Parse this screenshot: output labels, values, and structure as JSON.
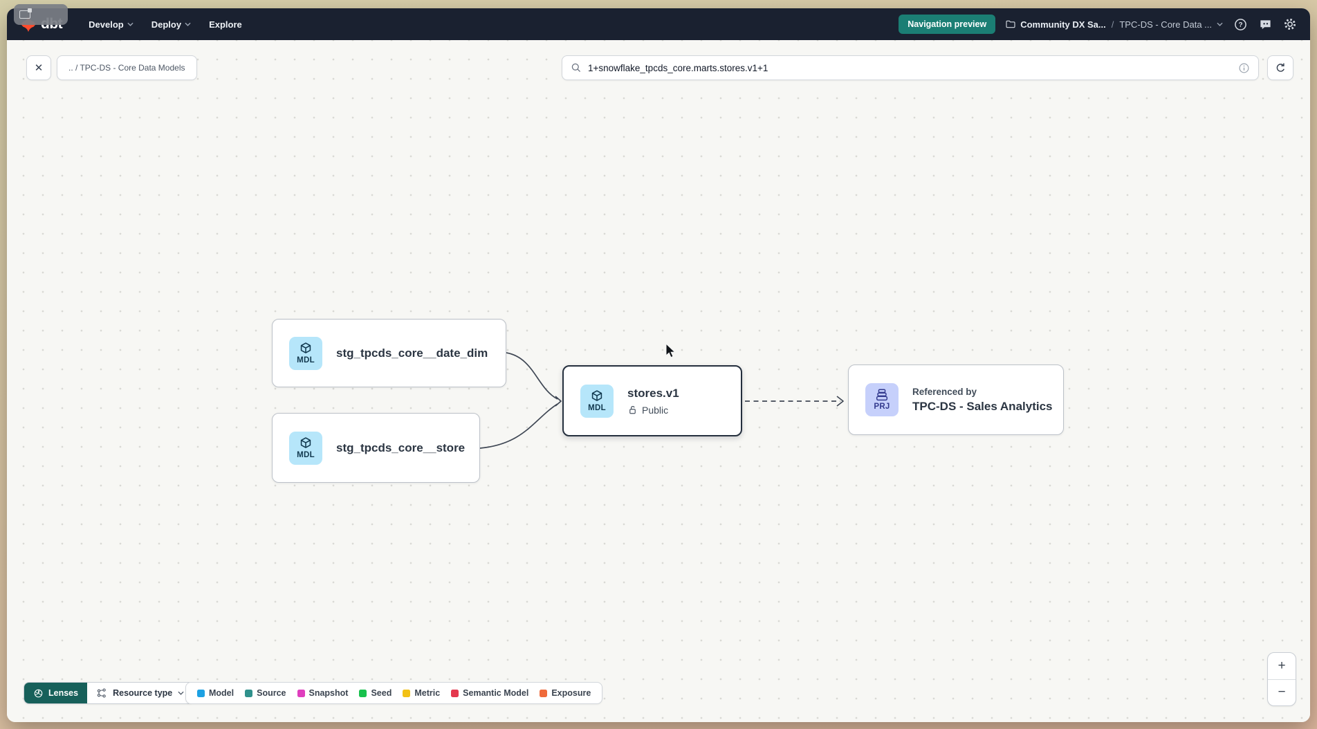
{
  "colors": {
    "accent_teal": "#1b7e74",
    "lenses_teal": "#17605a",
    "mdl_icon_bg": "#b6e6fa",
    "mdl_icon_fg": "#12394f",
    "prj_icon_bg": "#c6d0fb",
    "prj_icon_fg": "#333a8e"
  },
  "top_nav": {
    "logo_text": "dbt",
    "menus": [
      {
        "label": "Develop"
      },
      {
        "label": "Deploy"
      },
      {
        "label": "Explore"
      }
    ],
    "preview_badge": "Navigation preview",
    "account": "Community DX Sa...",
    "separator": "/",
    "project": "TPC-DS - Core Data ..."
  },
  "toolbar": {
    "close_glyph": "✕",
    "breadcrumb_chip": ".. / TPC-DS - Core Data Models",
    "search_value": "1+snowflake_tpcds_core.marts.stores.v1+1"
  },
  "graph": {
    "nodes": [
      {
        "badge": "MDL",
        "label": "stg_tpcds_core__date_dim"
      },
      {
        "badge": "MDL",
        "label": "stg_tpcds_core__store"
      },
      {
        "badge": "MDL",
        "label": "stores.v1",
        "access": "Public"
      },
      {
        "badge": "PRJ",
        "kicker": "Referenced by",
        "label": "TPC-DS - Sales Analytics"
      }
    ]
  },
  "footer": {
    "lenses_label": "Lenses",
    "resource_type_label": "Resource type",
    "legend": [
      {
        "label": "Model",
        "color": "#1da1e3"
      },
      {
        "label": "Source",
        "color": "#2f918c"
      },
      {
        "label": "Snapshot",
        "color": "#df3fbe"
      },
      {
        "label": "Seed",
        "color": "#18c14d"
      },
      {
        "label": "Metric",
        "color": "#f2c115"
      },
      {
        "label": "Semantic Model",
        "color": "#e4384e"
      },
      {
        "label": "Exposure",
        "color": "#ef6a3b"
      }
    ]
  },
  "zoom_controls": {
    "zoom_in": "+",
    "zoom_out": "−"
  }
}
